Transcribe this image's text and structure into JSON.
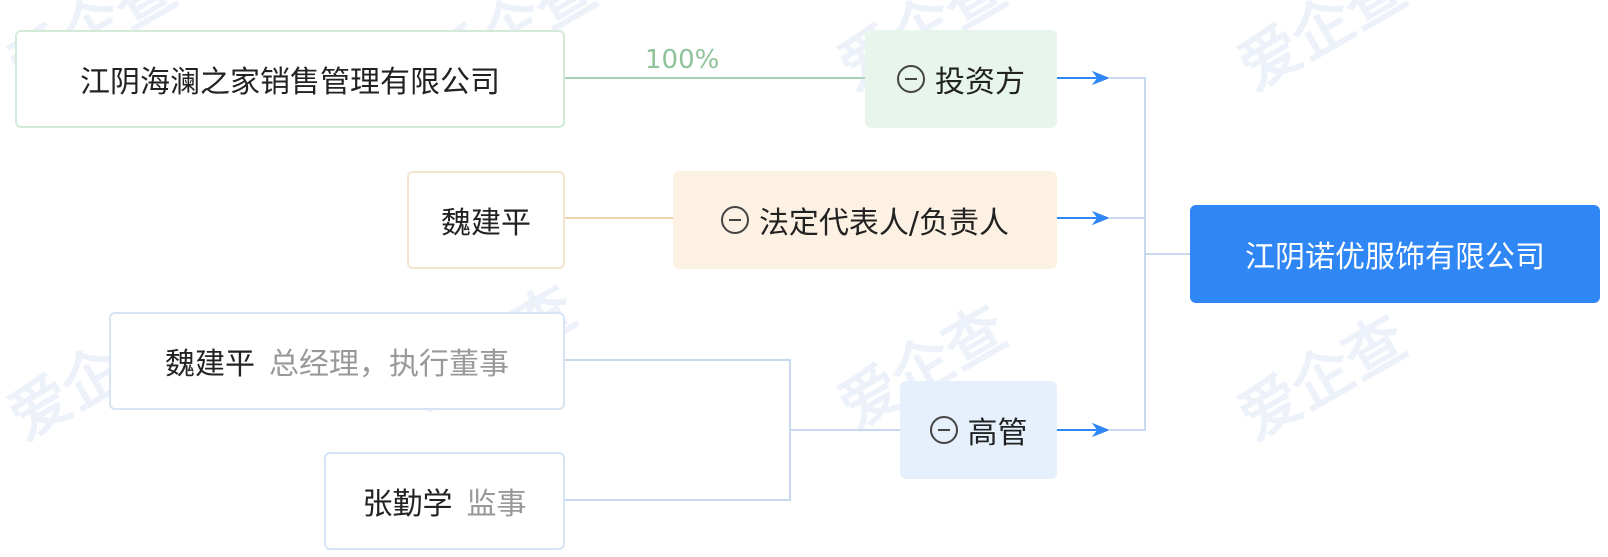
{
  "watermark": "爱企查",
  "target_company": "江阴诺优服饰有限公司",
  "investor": {
    "name": "江阴海澜之家销售管理有限公司",
    "percent": "100%",
    "category": "投资方"
  },
  "legal_rep": {
    "name": "魏建平",
    "category": "法定代表人/负责人"
  },
  "executives": {
    "category": "高管",
    "people": [
      {
        "name": "魏建平",
        "role": "总经理，执行董事"
      },
      {
        "name": "张勤学",
        "role": "监事"
      }
    ]
  },
  "colors": {
    "target": "#2f86f5",
    "investor_bg": "#e8f5ec",
    "legal_bg": "#fdf1e3",
    "exec_bg": "#e5f0fc",
    "arrow": "#2f86f5"
  }
}
